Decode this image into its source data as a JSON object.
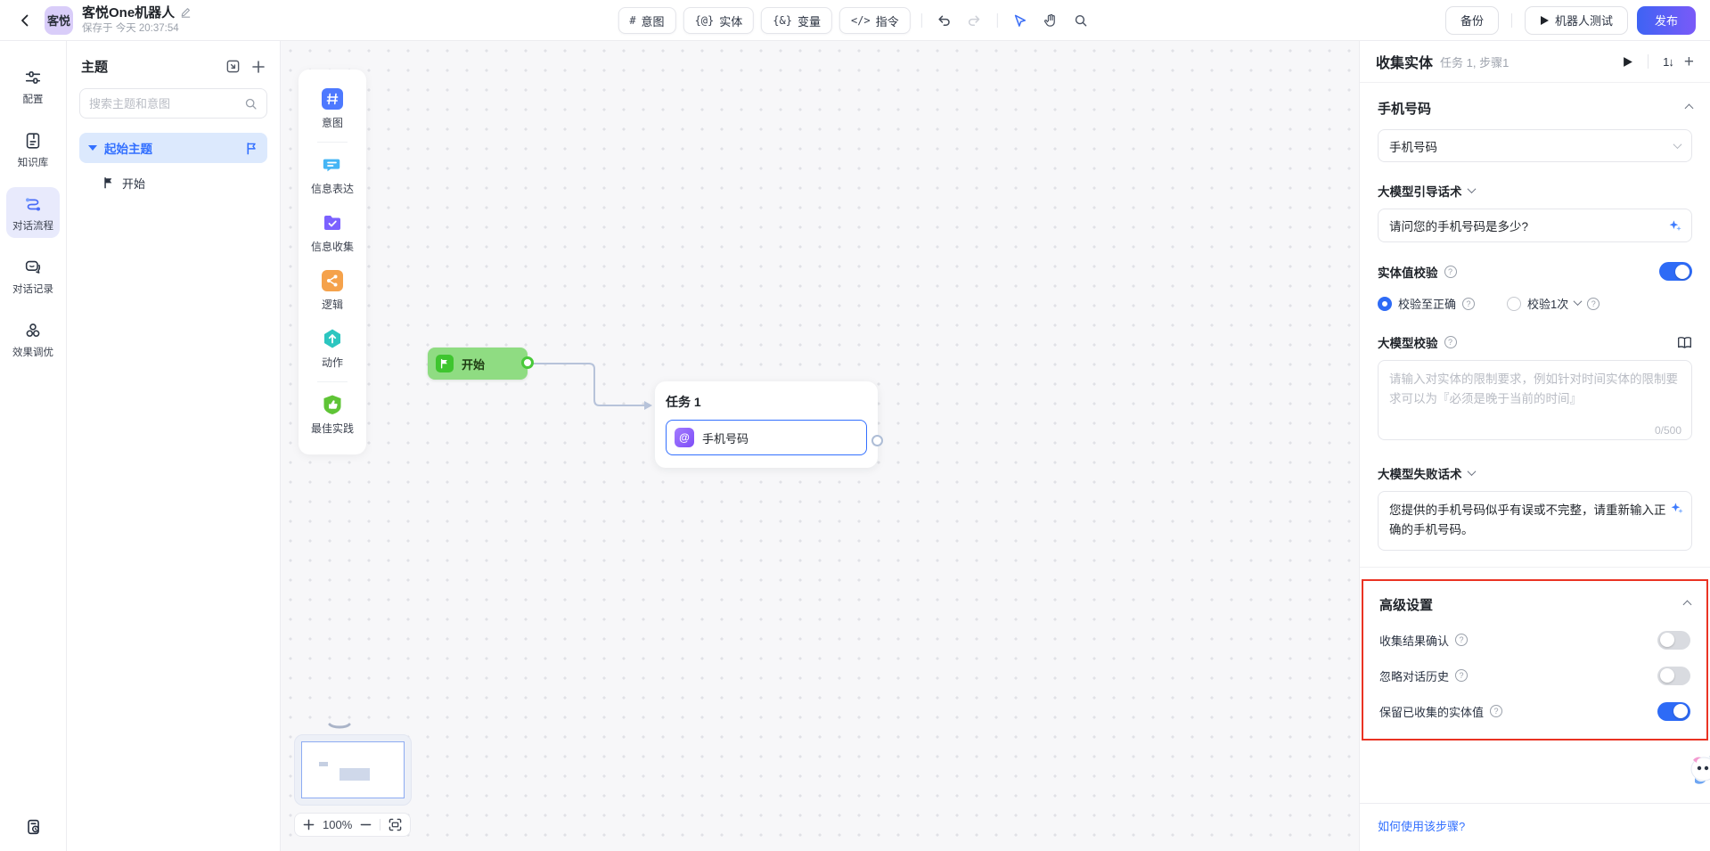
{
  "topbar": {
    "logo": "客悦",
    "title": "客悦One机器人",
    "saved": "保存于 今天 20:37:54",
    "tools": [
      {
        "icon": "#",
        "label": "意图"
      },
      {
        "icon": "{@}",
        "label": "实体"
      },
      {
        "icon": "{&}",
        "label": "变量"
      },
      {
        "icon": "</>",
        "label": "指令"
      }
    ],
    "backup": "备份",
    "test": "机器人测试",
    "publish": "发布"
  },
  "sidebar": {
    "items": [
      {
        "label": "配置"
      },
      {
        "label": "知识库"
      },
      {
        "label": "对话流程"
      },
      {
        "label": "对话记录"
      },
      {
        "label": "效果调优"
      }
    ]
  },
  "topics": {
    "title": "主题",
    "search_placeholder": "搜索主题和意图",
    "root_label": "起始主题",
    "child_label": "开始"
  },
  "palette": {
    "items": [
      {
        "label": "意图"
      },
      {
        "label": "信息表达"
      },
      {
        "label": "信息收集"
      },
      {
        "label": "逻辑"
      },
      {
        "label": "动作"
      },
      {
        "label": "最佳实践"
      }
    ]
  },
  "canvas": {
    "start_label": "开始",
    "task_title": "任务 1",
    "task_entity": "手机号码",
    "zoom_level": "100%"
  },
  "panel": {
    "title": "收集实体",
    "subtitle": "任务 1, 步骤1",
    "sort_icon": "1↓",
    "entity_section_title": "手机号码",
    "entity_select_value": "手机号码",
    "guide_label": "大模型引导话术",
    "guide_value": "请问您的手机号码是多少?",
    "validate_label": "实体值校验",
    "validate_on": true,
    "radio_correct": "校验至正确",
    "radio_once": "校验1次",
    "llm_validate_label": "大模型校验",
    "llm_validate_placeholder": "请输入对实体的限制要求，例如针对时间实体的限制要求可以为『必须是晚于当前的时间』",
    "char_counter": "0/500",
    "fail_label": "大模型失败话术",
    "fail_value": "您提供的手机号码似乎有误或不完整，请重新输入正确的手机号码。",
    "advanced": {
      "title": "高级设置",
      "rows": [
        {
          "label": "收集结果确认",
          "on": false
        },
        {
          "label": "忽略对话历史",
          "on": false
        },
        {
          "label": "保留已收集的实体值",
          "on": true
        }
      ]
    },
    "help_link": "如何使用该步骤?"
  },
  "colors": {
    "accent": "#3370ff",
    "toggle_on": "#2e6bf6",
    "highlight_red": "#ea3323",
    "node_green": "#8fdc82",
    "publish_gradient": "#3e63f4 → #7a5af8"
  }
}
